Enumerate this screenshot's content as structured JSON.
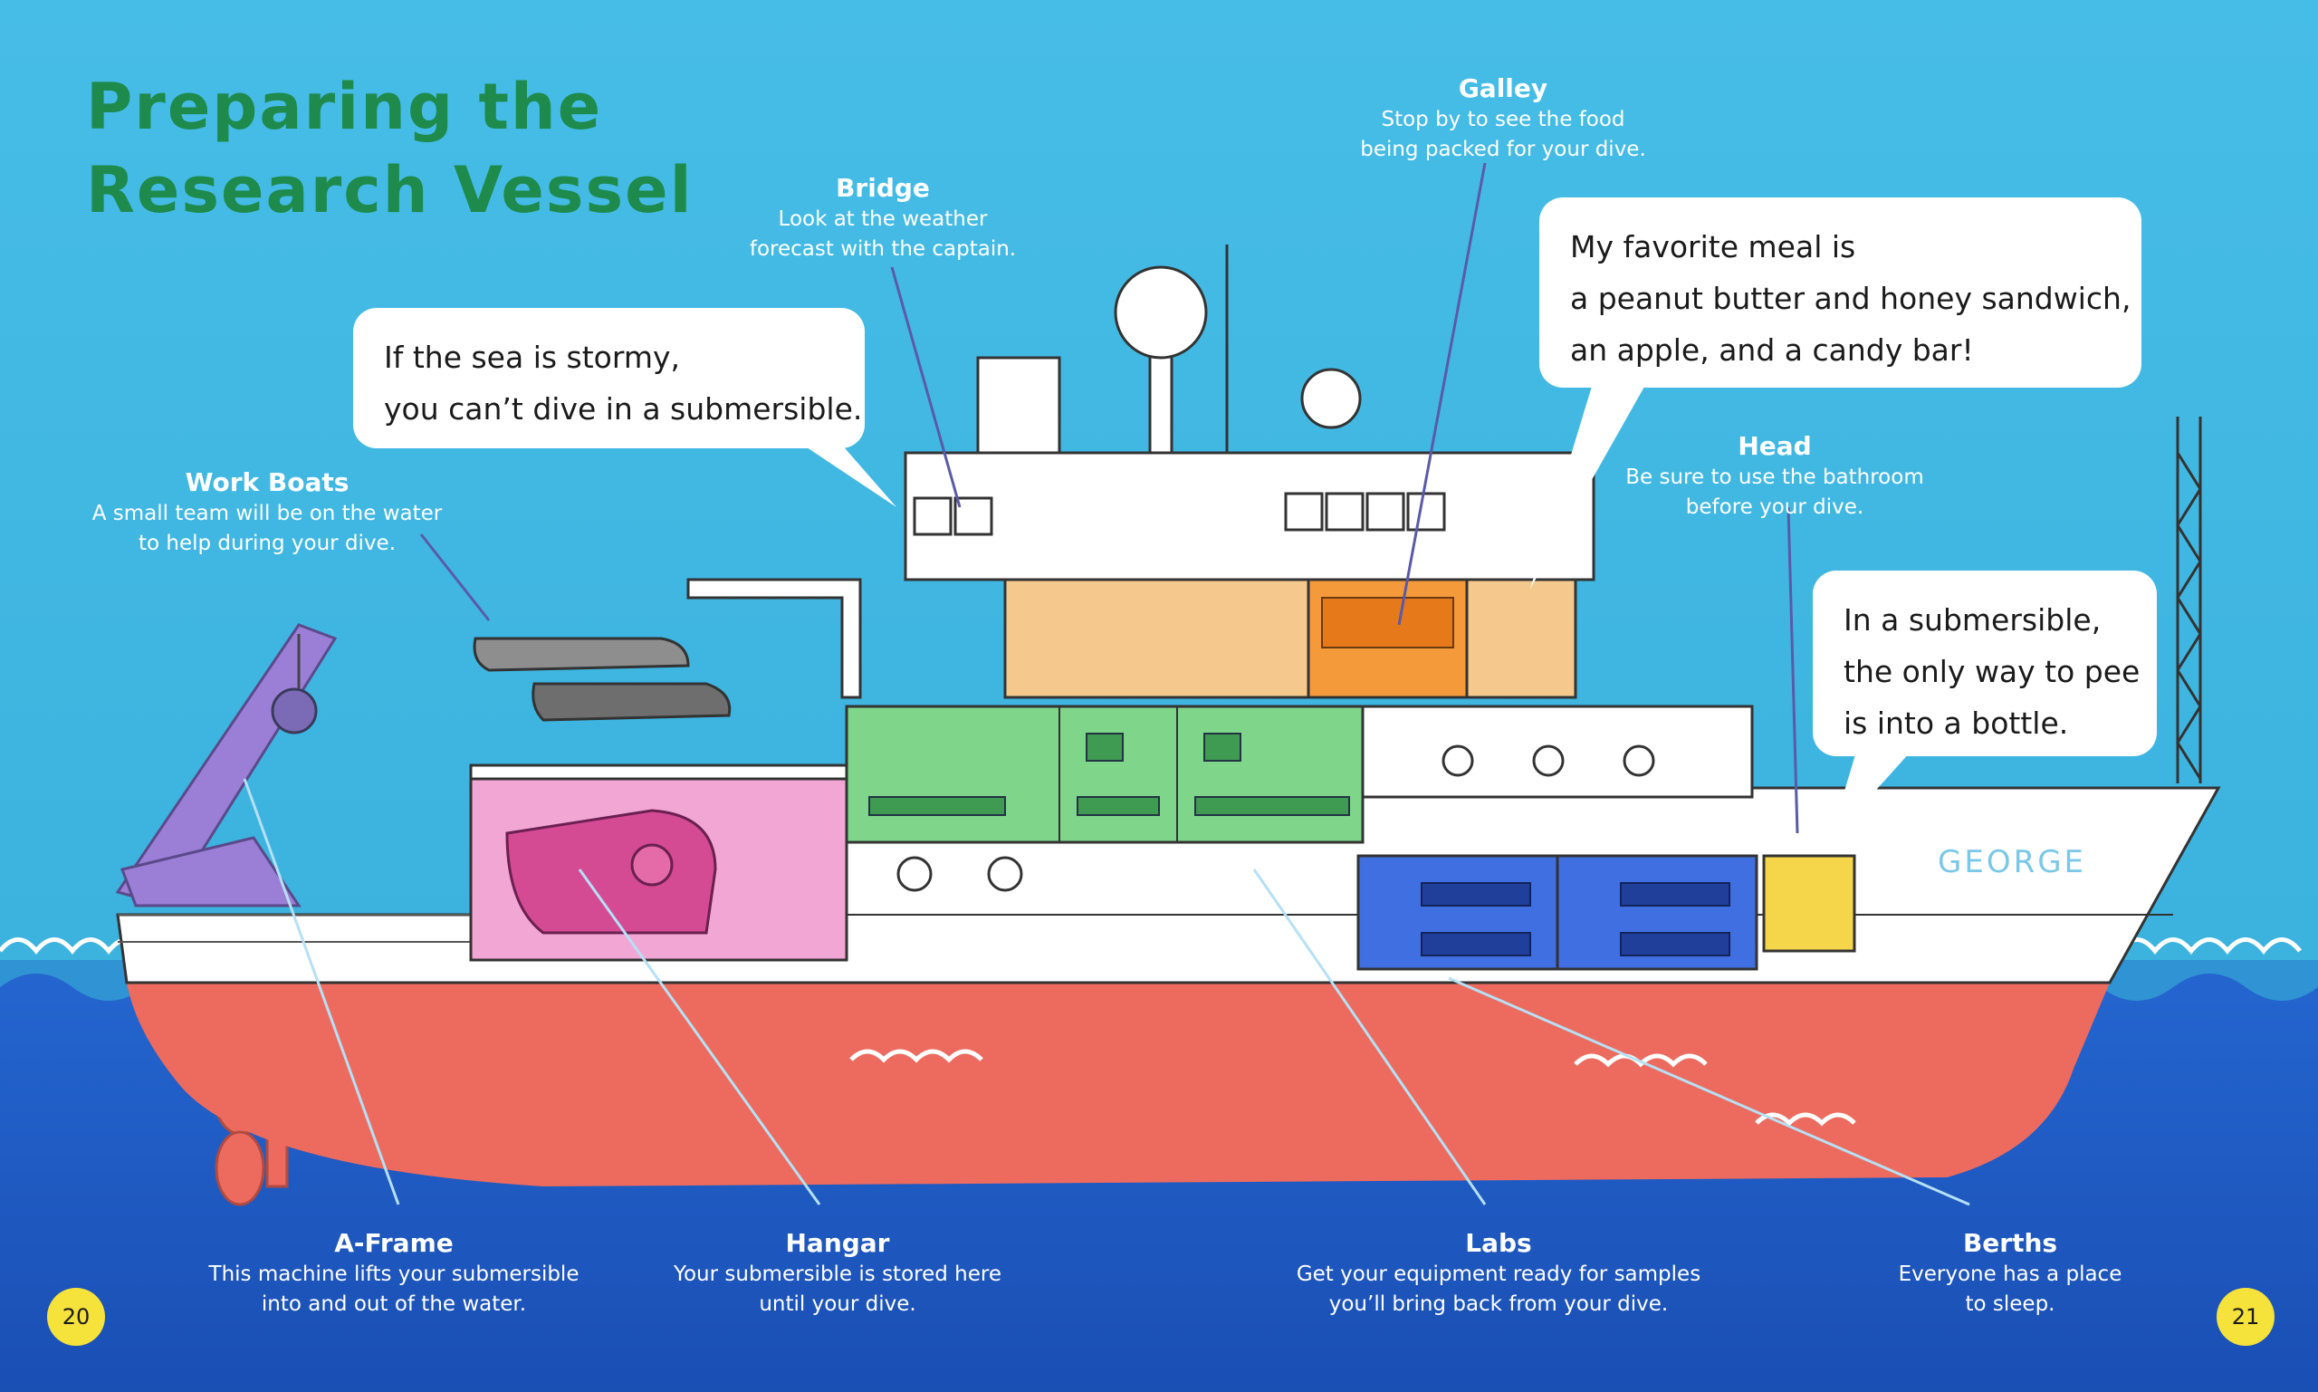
{
  "title": {
    "line1": "Preparing the",
    "line2": "Research Vessel"
  },
  "ship_name": "GEORGE",
  "page_numbers": {
    "left": "20",
    "right": "21"
  },
  "labels": {
    "galley": {
      "heading": "Galley",
      "line1": "Stop by to see the food",
      "line2": "being packed for your dive."
    },
    "bridge": {
      "heading": "Bridge",
      "line1": "Look at the weather",
      "line2": "forecast with the captain."
    },
    "work_boats": {
      "heading": "Work Boats",
      "line1": "A small team will be on the water",
      "line2": "to help during your dive."
    },
    "head": {
      "heading": "Head",
      "line1": "Be sure to use the bathroom",
      "line2": "before your dive."
    },
    "a_frame": {
      "heading": "A-Frame",
      "line1": "This machine lifts your submersible",
      "line2": "into and out of the water."
    },
    "hangar": {
      "heading": "Hangar",
      "line1": "Your submersible is stored here",
      "line2": "until your dive."
    },
    "labs": {
      "heading": "Labs",
      "line1": "Get your equipment ready for samples",
      "line2": "you’ll bring back from your dive."
    },
    "berths": {
      "heading": "Berths",
      "line1": "Everyone has a place",
      "line2": "to sleep."
    }
  },
  "bubbles": {
    "stormy": {
      "line1": "If the sea is stormy,",
      "line2": "you can’t dive in a submersible."
    },
    "meal": {
      "line1": "My favorite meal is",
      "line2": "a peanut butter and honey sandwich,",
      "line3": "an apple, and a candy bar!"
    },
    "pee": {
      "line1": "In a submersible,",
      "line2": "the only way to pee",
      "line3": "is into a bottle."
    }
  },
  "colors": {
    "sky": "#3fb6e0",
    "sea": "#1f5fc4",
    "hull": "#ec6b5e",
    "title": "#1e8a4c",
    "hangar_room": "#f2a6d4",
    "lab_room": "#7fd68a",
    "mess_room": "#f5c98d",
    "galley_room": "#f59a3a",
    "berth_room": "#3f6fe0",
    "a_frame": "#9b7fd6",
    "page_number": "#f5e23a"
  }
}
